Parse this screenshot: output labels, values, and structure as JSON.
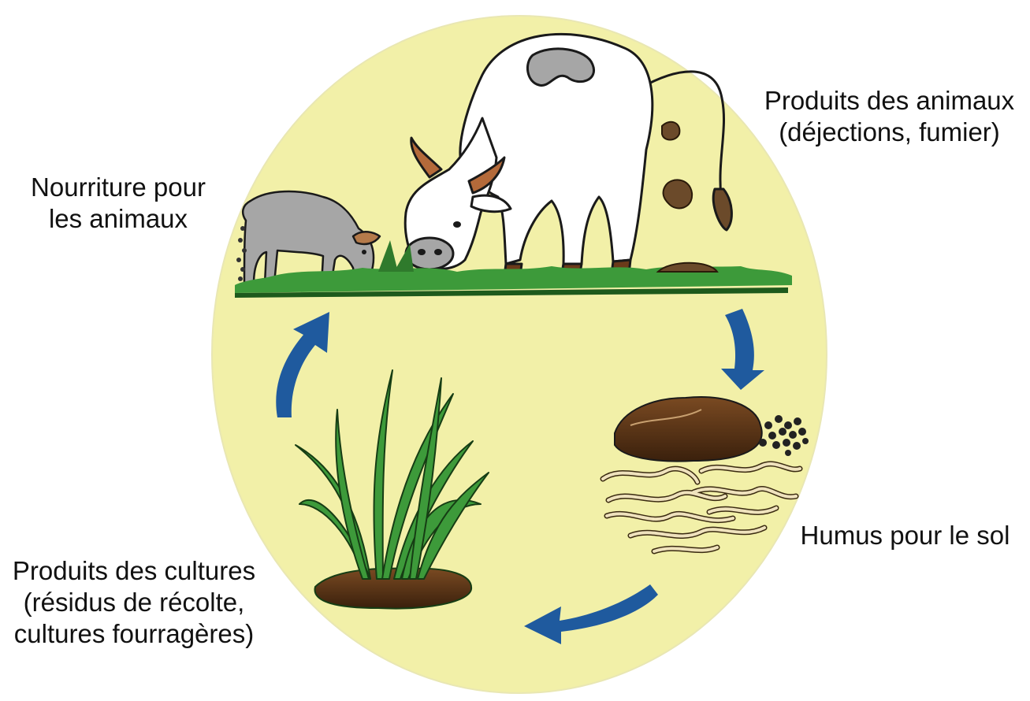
{
  "labels": {
    "animal_food": {
      "line1": "Nourriture pour",
      "line2": "les animaux"
    },
    "animal_products": {
      "line1": "Produits des animaux",
      "line2": "(déjections, fumier)"
    },
    "humus": {
      "line1": "Humus pour le sol"
    },
    "crop_products": {
      "line1": "Produits des cultures",
      "line2": "(résidus de récolte,",
      "line3": "cultures fourragères)"
    }
  },
  "colors": {
    "background_circle": "#f2f0a8",
    "arrow": "#1f5a9e",
    "grass": "#3d9a3a",
    "soil": "#5a3418",
    "cow": "#ffffff",
    "goat": "#a6a6a6",
    "worm": "#efe2bd"
  },
  "icons": [
    "cow-icon",
    "goat-icon",
    "grass-icon",
    "manure-icon",
    "earthworm-icon",
    "rice-plant-icon",
    "cycle-arrow-icon"
  ]
}
